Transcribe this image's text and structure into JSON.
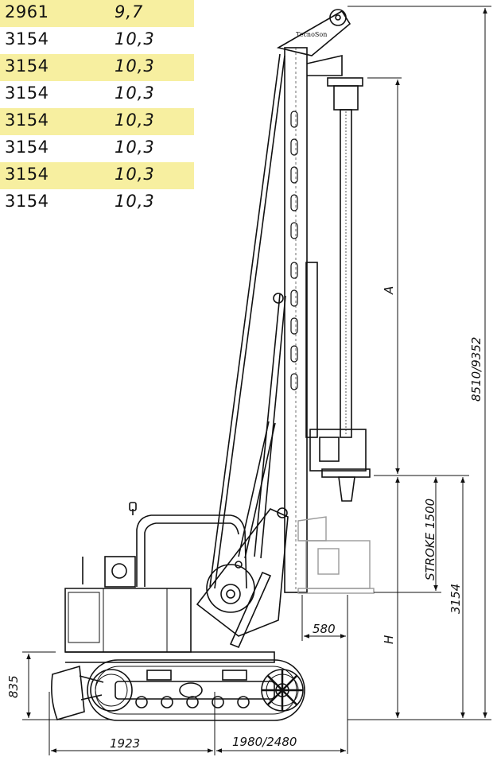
{
  "table": {
    "rows": [
      {
        "h": "2961",
        "v": "9,7"
      },
      {
        "h": "3154",
        "v": "10,3"
      },
      {
        "h": "3154",
        "v": "10,3"
      },
      {
        "h": "3154",
        "v": "10,3"
      },
      {
        "h": "3154",
        "v": "10,3"
      },
      {
        "h": "3154",
        "v": "10,3"
      },
      {
        "h": "3154",
        "v": "10,3"
      },
      {
        "h": "3154",
        "v": "10,3"
      }
    ],
    "highlight_color": "#f7efa0"
  },
  "logo": "TecnoSon",
  "dimensions": {
    "a": "A",
    "total_height": "8510/9352",
    "stroke": "STROKE 1500",
    "h": "H",
    "mast_foot": "3154",
    "offset": "580",
    "blade_height": "835",
    "rear_length": "1923",
    "front_length": "1980/2480"
  }
}
